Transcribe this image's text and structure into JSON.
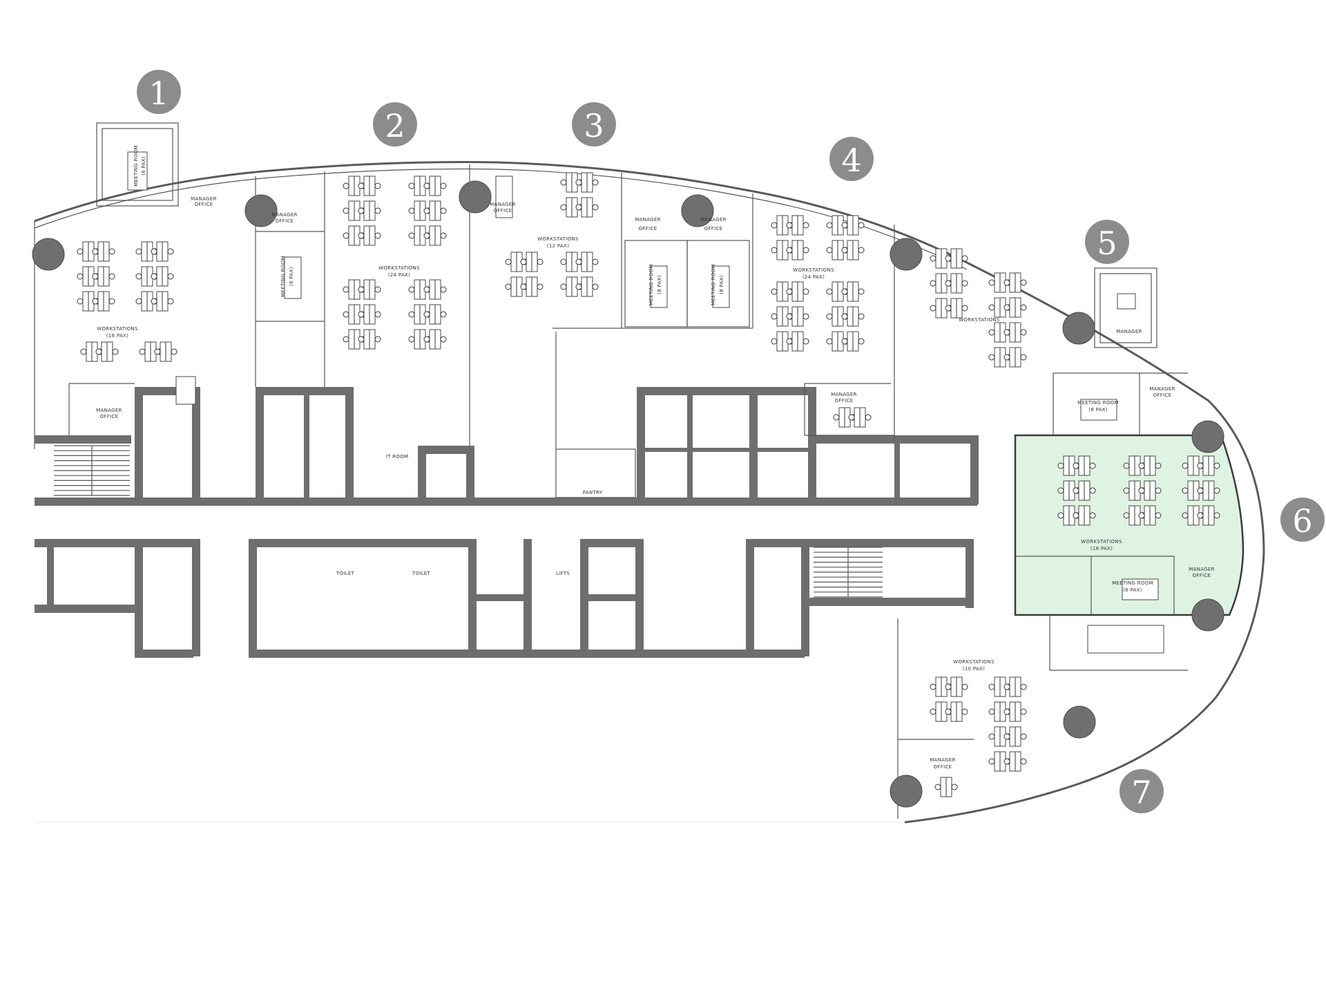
{
  "colors": {
    "wall": "#6e6e6e",
    "badge": "#8c8c8c",
    "highlight": "#dff3e2",
    "highlight_border": "#3a3a3a"
  },
  "highlighted_zone": 6,
  "zones": [
    {
      "number": "1"
    },
    {
      "number": "2"
    },
    {
      "number": "3"
    },
    {
      "number": "4"
    },
    {
      "number": "5"
    },
    {
      "number": "6"
    },
    {
      "number": "7"
    }
  ],
  "labels": {
    "meeting_room_1": "MEETING ROOM",
    "meeting_room_1_pax": "(6 PAX)",
    "manager_office": "MANAGER",
    "office": "OFFICE",
    "ws16": "WORKSTATIONS",
    "ws16_pax": "(16 PAX)",
    "ws24": "WORKSTATIONS",
    "ws24_pax": "(24 PAX)",
    "ws12": "WORKSTATIONS",
    "ws12_pax": "(12 PAX)",
    "meeting_room": "MEETING ROOM",
    "meeting_room_8pax": "(8 PAX)",
    "meeting_room_6pax": "(6 PAX)",
    "it_room": "IT ROOM",
    "pantry": "PANTRY",
    "toilet": "TOILET",
    "lifts": "LIFTS",
    "ws18": "WORKSTATIONS",
    "ws18_pax": "(18 PAX)",
    "ws10": "WORKSTATIONS",
    "ws10_pax": "(10 PAX)",
    "ws_plain": "WORKSTATIONS"
  }
}
